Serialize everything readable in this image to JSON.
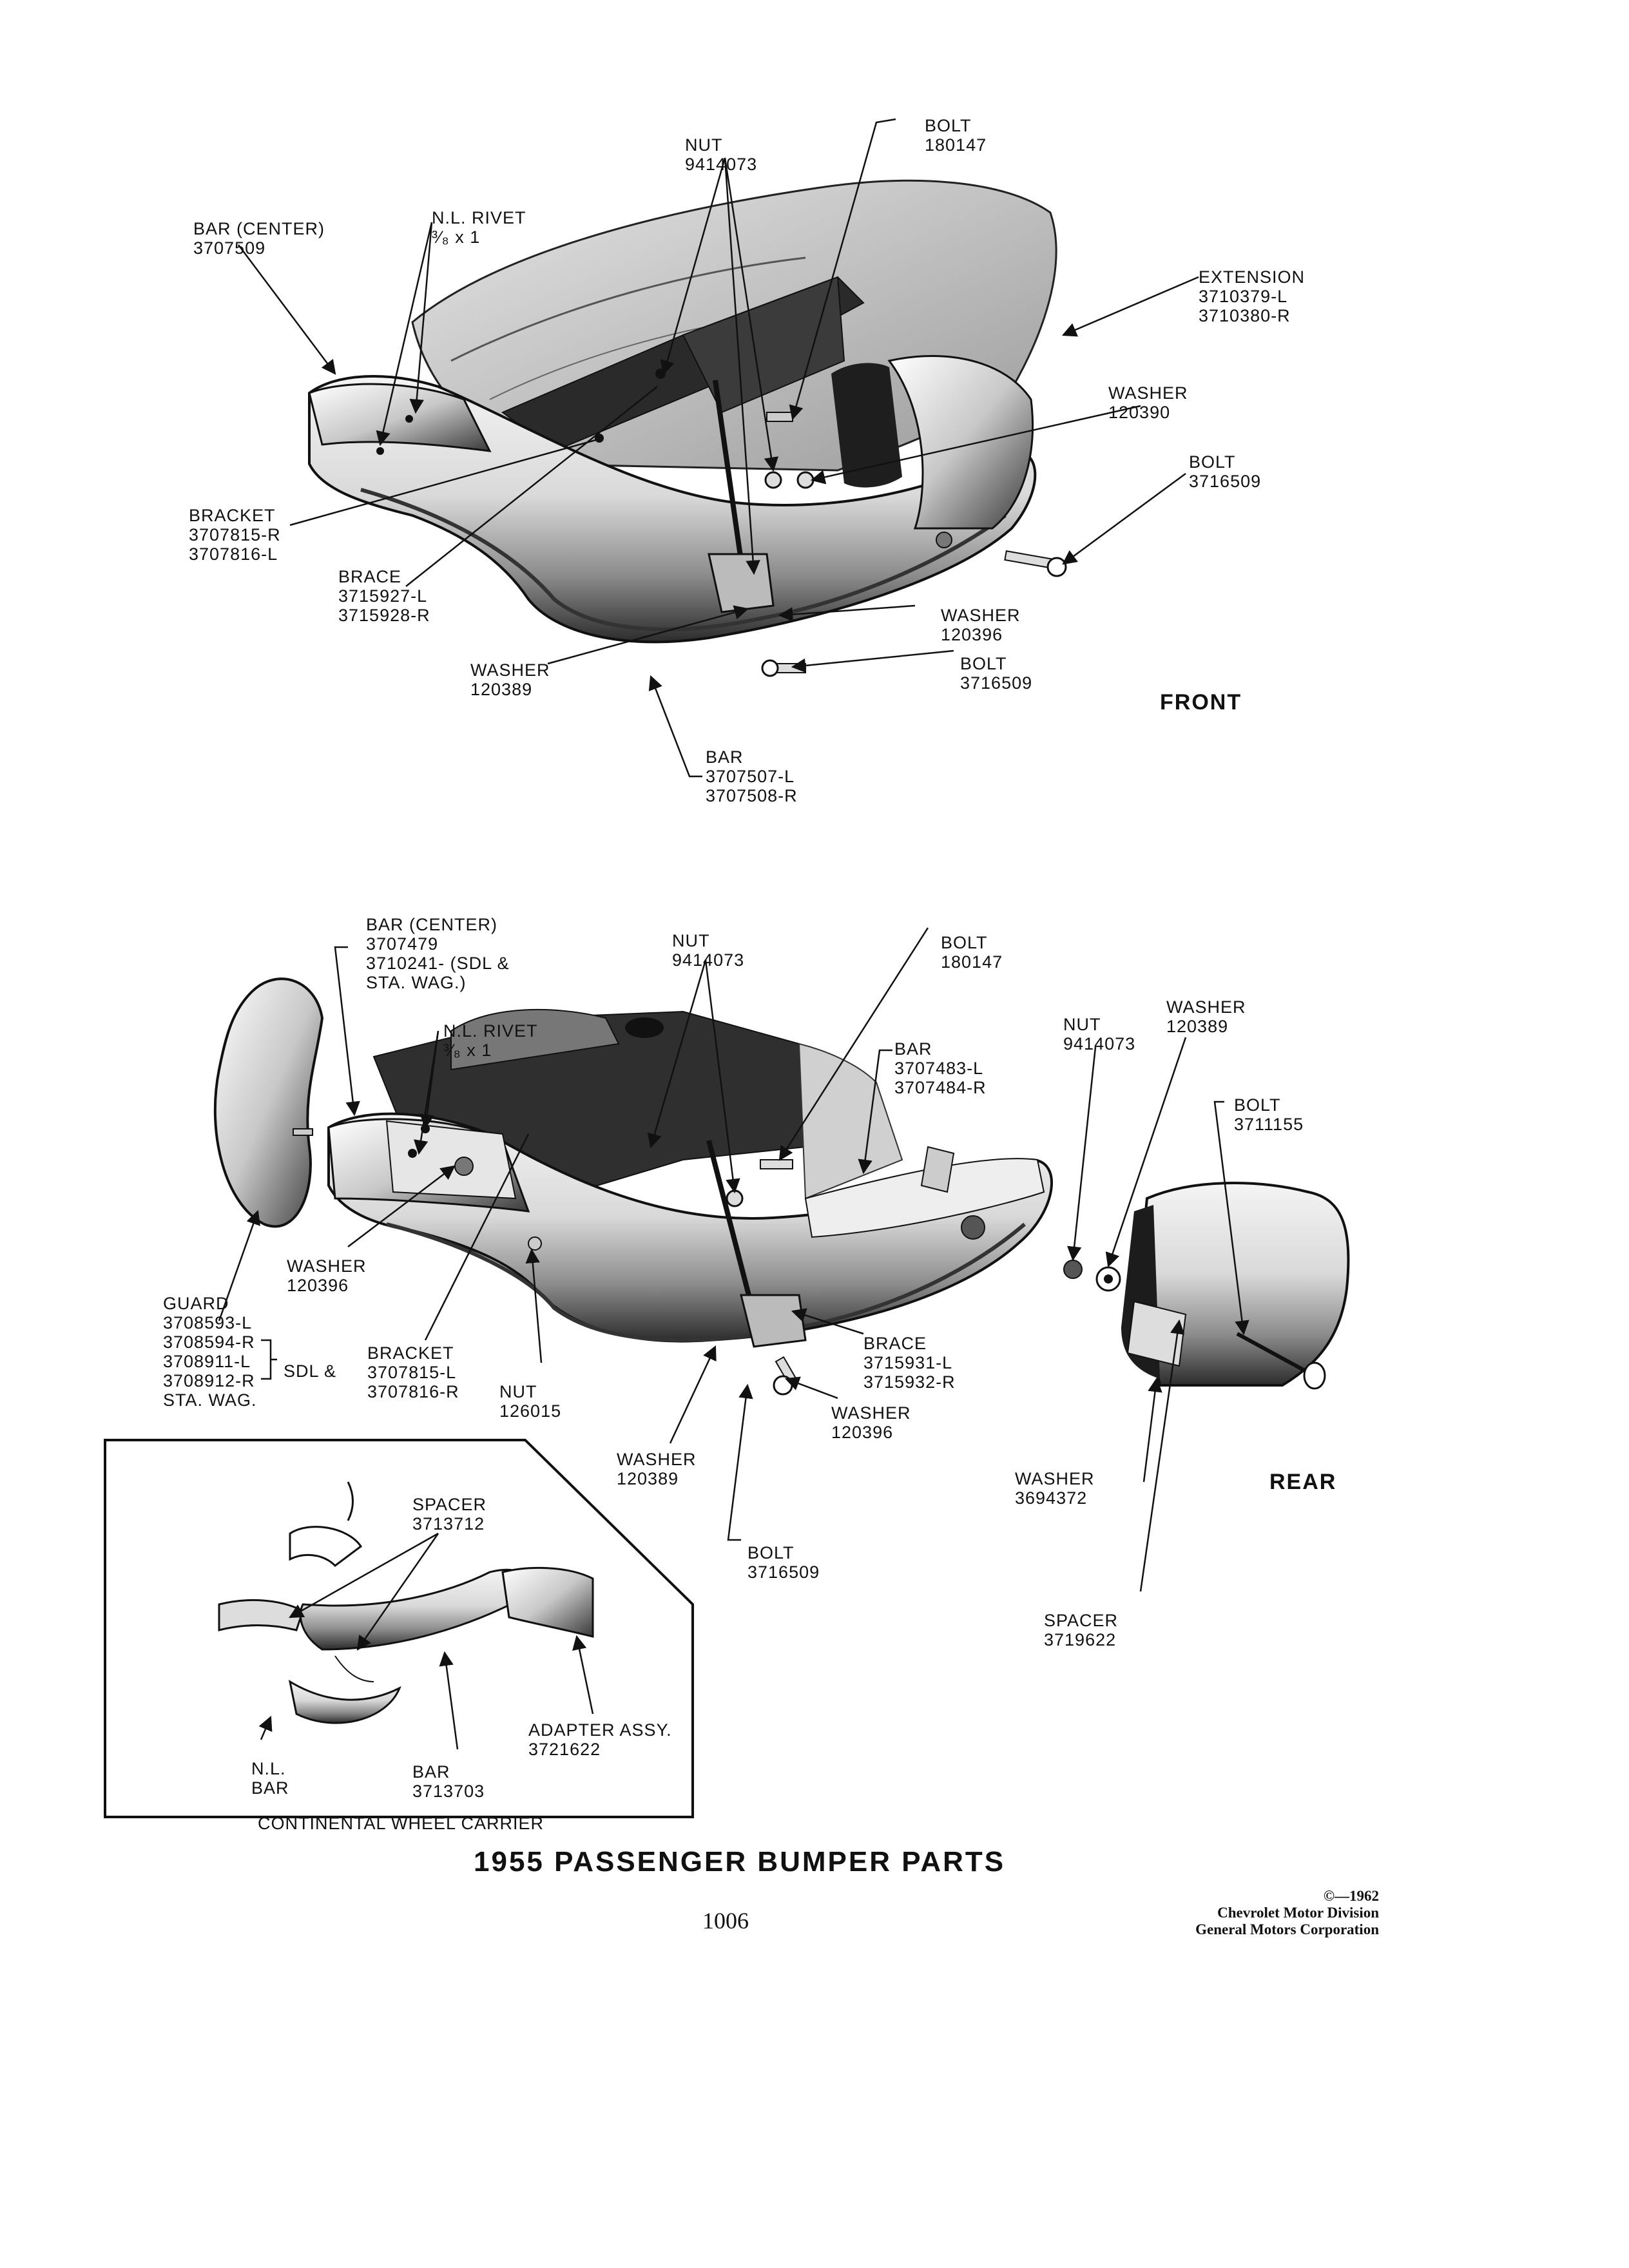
{
  "title": "1955 PASSENGER BUMPER PARTS",
  "page_number": "1006",
  "copyright": [
    "©—1962",
    "Chevrolet Motor Division",
    "General Motors Corporation"
  ],
  "front": {
    "section_label": "FRONT",
    "labels": [
      {
        "id": "nut",
        "lines": [
          "NUT",
          "9414073"
        ]
      },
      {
        "id": "bolt-top",
        "lines": [
          "BOLT",
          "180147"
        ]
      },
      {
        "id": "bar-center",
        "lines": [
          "BAR (CENTER)",
          "3707509"
        ]
      },
      {
        "id": "rivet",
        "lines": [
          "N.L. RIVET",
          "³⁄₈ x 1"
        ]
      },
      {
        "id": "extension",
        "lines": [
          "EXTENSION",
          "3710379-L",
          "3710380-R"
        ]
      },
      {
        "id": "washer-120390",
        "lines": [
          "WASHER",
          "120390"
        ]
      },
      {
        "id": "bolt-right",
        "lines": [
          "BOLT",
          "3716509"
        ]
      },
      {
        "id": "bracket",
        "lines": [
          "BRACKET",
          "3707815-R",
          "3707816-L"
        ]
      },
      {
        "id": "brace",
        "lines": [
          "BRACE",
          "3715927-L",
          "3715928-R"
        ]
      },
      {
        "id": "washer-120396",
        "lines": [
          "WASHER",
          "120396"
        ]
      },
      {
        "id": "washer-120389",
        "lines": [
          "WASHER",
          "120389"
        ]
      },
      {
        "id": "bolt-bottom",
        "lines": [
          "BOLT",
          "3716509"
        ]
      },
      {
        "id": "bar",
        "lines": [
          "BAR",
          "3707507-L",
          "3707508-R"
        ]
      }
    ]
  },
  "rear": {
    "section_label": "REAR",
    "labels": [
      {
        "id": "bar-center",
        "lines": [
          "BAR (CENTER)",
          "3707479",
          "3710241- (SDL &",
          "STA. WAG.)"
        ]
      },
      {
        "id": "nut",
        "lines": [
          "NUT",
          "9414073"
        ]
      },
      {
        "id": "bolt-top",
        "lines": [
          "BOLT",
          "180147"
        ]
      },
      {
        "id": "rivet",
        "lines": [
          "N.L. RIVET",
          "³⁄₈ x 1"
        ]
      },
      {
        "id": "bar",
        "lines": [
          "BAR",
          "3707483-L",
          "3707484-R"
        ]
      },
      {
        "id": "nut-right",
        "lines": [
          "NUT",
          "9414073"
        ]
      },
      {
        "id": "washer-right",
        "lines": [
          "WASHER",
          "120389"
        ]
      },
      {
        "id": "bolt-right",
        "lines": [
          "BOLT",
          "3711155"
        ]
      },
      {
        "id": "washer-120396-left",
        "lines": [
          "WASHER",
          "120396"
        ]
      },
      {
        "id": "guard",
        "lines": [
          "GUARD",
          "3708593-L",
          "3708594-R",
          "3708911-L",
          "3708912-R",
          "STA. WAG."
        ]
      },
      {
        "id": "guard-note",
        "lines": [
          "SDL &"
        ]
      },
      {
        "id": "bracket",
        "lines": [
          "BRACKET",
          "3707815-L",
          "3707816-R"
        ]
      },
      {
        "id": "nut-bottom",
        "lines": [
          "NUT",
          "126015"
        ]
      },
      {
        "id": "brace",
        "lines": [
          "BRACE",
          "3715931-L",
          "3715932-R"
        ]
      },
      {
        "id": "washer-120396-right",
        "lines": [
          "WASHER",
          "120396"
        ]
      },
      {
        "id": "washer-120389-bottom",
        "lines": [
          "WASHER",
          "120389"
        ]
      },
      {
        "id": "bolt-bottom",
        "lines": [
          "BOLT",
          "3716509"
        ]
      },
      {
        "id": "washer-3694372",
        "lines": [
          "WASHER",
          "3694372"
        ]
      },
      {
        "id": "spacer",
        "lines": [
          "SPACER",
          "3719622"
        ]
      }
    ]
  },
  "inset": {
    "caption": "CONTINENTAL WHEEL CARRIER",
    "labels": [
      {
        "id": "spacer",
        "lines": [
          "SPACER",
          "3713712"
        ]
      },
      {
        "id": "adapter",
        "lines": [
          "ADAPTER ASSY.",
          "3721622"
        ]
      },
      {
        "id": "nl-bar",
        "lines": [
          "N.L.",
          "BAR"
        ]
      },
      {
        "id": "bar",
        "lines": [
          "BAR",
          "3713703"
        ]
      }
    ]
  }
}
